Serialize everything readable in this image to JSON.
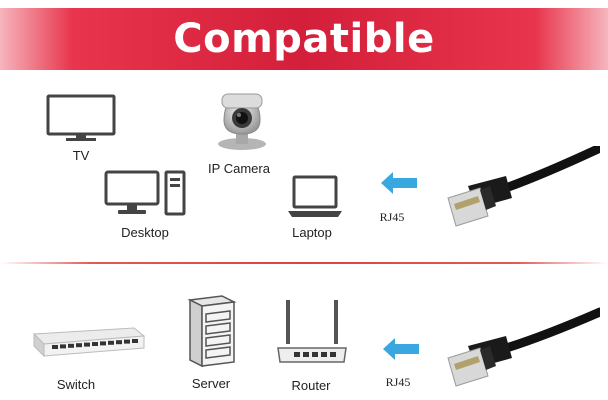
{
  "banner": {
    "title": "Compatible"
  },
  "top": {
    "tv": "TV",
    "ip_camera": "IP Camera",
    "desktop": "Desktop",
    "laptop": "Laptop",
    "connector": "RJ45"
  },
  "bottom": {
    "switch": "Switch",
    "server": "Server",
    "router": "Router",
    "connector": "RJ45"
  },
  "colors": {
    "banner_red": "#d41f3a",
    "arrow_blue": "#3aa8e0",
    "cable_black": "#111111"
  },
  "icons": [
    "tv-icon",
    "ip-camera-icon",
    "desktop-icon",
    "laptop-icon",
    "rj45-cable-icon",
    "switch-icon",
    "server-icon",
    "router-icon",
    "arrow-left-icon"
  ]
}
